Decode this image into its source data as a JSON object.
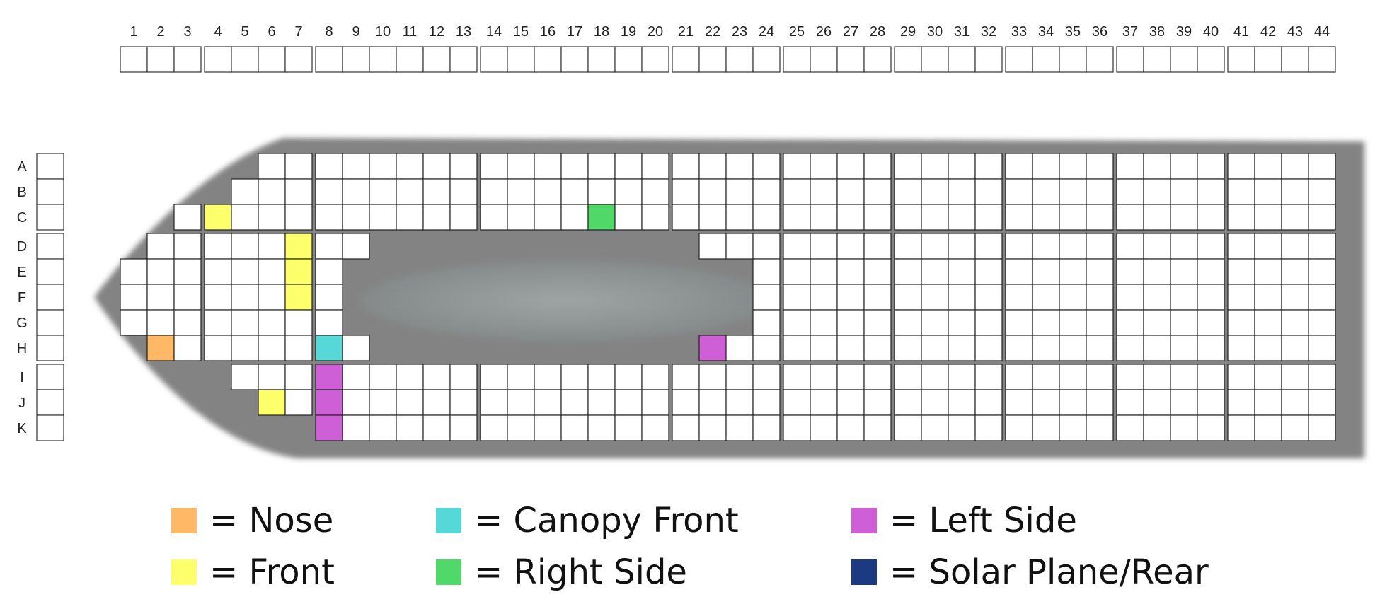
{
  "columns": [
    "1",
    "2",
    "3",
    "4",
    "5",
    "6",
    "7",
    "8",
    "9",
    "10",
    "11",
    "12",
    "13",
    "14",
    "15",
    "16",
    "17",
    "18",
    "19",
    "20",
    "21",
    "22",
    "23",
    "24",
    "25",
    "26",
    "27",
    "28",
    "29",
    "30",
    "31",
    "32",
    "33",
    "34",
    "35",
    "36",
    "37",
    "38",
    "39",
    "40",
    "41",
    "42",
    "43",
    "44"
  ],
  "rows": [
    "A",
    "B",
    "C",
    "D",
    "E",
    "F",
    "G",
    "H",
    "I",
    "J",
    "K"
  ],
  "colors": {
    "nose": "#ffb966",
    "front": "#fdff6b",
    "canopy_front": "#57d8d8",
    "right_side": "#50d968",
    "left_side": "#cf5fd6",
    "solar_rear": "#1c3a82",
    "fuselage": "#838383",
    "canopy": "#9aa0a0",
    "cell": "#ffffff"
  },
  "legend": [
    {
      "key": "nose",
      "label": "= Nose"
    },
    {
      "key": "front",
      "label": "= Front"
    },
    {
      "key": "canopy_front",
      "label": "= Canopy Front"
    },
    {
      "key": "right_side",
      "label": "= Right Side"
    },
    {
      "key": "left_side",
      "label": "= Left Side"
    },
    {
      "key": "solar_rear",
      "label": "= Solar Plane/Rear"
    }
  ],
  "cells": {
    "A": "6-44",
    "B": "5-44",
    "C": "3-44",
    "D": "2-9,22-44",
    "E": "1-8,24-44",
    "F": "1-8,24-44",
    "G": "1-8,24-44",
    "H": "2-9,22-44",
    "I": "5-44",
    "J": "6-44",
    "K": "8-44"
  },
  "colored_cells": [
    {
      "row": "C",
      "col": "4",
      "key": "front"
    },
    {
      "row": "C",
      "col": "18",
      "key": "right_side"
    },
    {
      "row": "D",
      "col": "7",
      "key": "front"
    },
    {
      "row": "E",
      "col": "7",
      "key": "front"
    },
    {
      "row": "F",
      "col": "7",
      "key": "front"
    },
    {
      "row": "H",
      "col": "2",
      "key": "nose"
    },
    {
      "row": "H",
      "col": "8",
      "key": "canopy_front"
    },
    {
      "row": "H",
      "col": "22",
      "key": "left_side"
    },
    {
      "row": "I",
      "col": "8",
      "key": "left_side"
    },
    {
      "row": "J",
      "col": "6",
      "key": "front"
    },
    {
      "row": "J",
      "col": "8",
      "key": "left_side"
    },
    {
      "row": "K",
      "col": "8",
      "key": "left_side"
    }
  ]
}
